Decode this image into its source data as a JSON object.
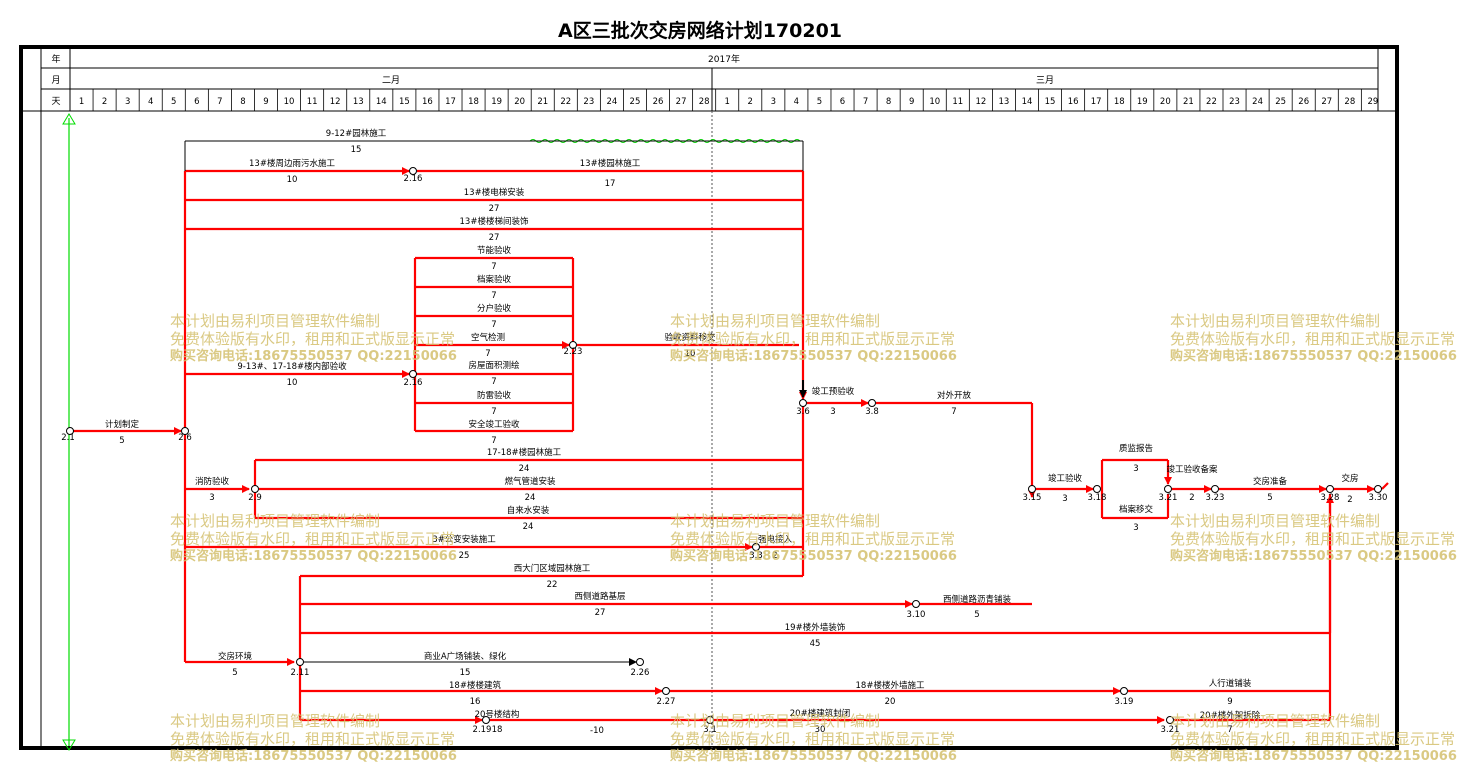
{
  "title": "A区三批次交房网络计划170201",
  "header": {
    "year_label": "年",
    "month_label": "月",
    "day_label": "天",
    "year": "2017年",
    "months": [
      "二月",
      "三月"
    ],
    "feb_days": [
      "1",
      "2",
      "3",
      "4",
      "5",
      "6",
      "7",
      "8",
      "9",
      "10",
      "11",
      "12",
      "13",
      "14",
      "15",
      "16",
      "17",
      "18",
      "19",
      "20",
      "21",
      "22",
      "23",
      "24",
      "25",
      "26",
      "27",
      "28"
    ],
    "mar_days": [
      "1",
      "2",
      "3",
      "4",
      "5",
      "6",
      "7",
      "8",
      "9",
      "10",
      "11",
      "12",
      "13",
      "14",
      "15",
      "16",
      "17",
      "18",
      "19",
      "20",
      "21",
      "22",
      "23",
      "24",
      "25",
      "26",
      "27",
      "28",
      "29"
    ]
  },
  "watermark": {
    "line1": "本计划由易利项目管理软件编制",
    "line2": "免费体验版有水印，租用和正式版显示正常",
    "line3": "购买咨询电话:18675550537 QQ:22150066"
  },
  "tasks": [
    {
      "name": "计划制定",
      "duration": "5"
    },
    {
      "name": "9-12#园林施工",
      "duration": "15"
    },
    {
      "name": "13#楼周边雨污水施工",
      "duration": "10"
    },
    {
      "name": "13#楼园林施工",
      "duration": "17"
    },
    {
      "name": "13#楼电梯安装",
      "duration": "27"
    },
    {
      "name": "13#楼楼梯间装饰",
      "duration": "27"
    },
    {
      "name": "节能验收",
      "duration": "7"
    },
    {
      "name": "档案验收",
      "duration": "7"
    },
    {
      "name": "分户验收",
      "duration": "7"
    },
    {
      "name": "空气检测",
      "duration": "7"
    },
    {
      "name": "房屋面积测绘",
      "duration": "7"
    },
    {
      "name": "防雷验收",
      "duration": "7"
    },
    {
      "name": "安全竣工验收",
      "duration": "7"
    },
    {
      "name": "9-13#、17-18#楼内部验收",
      "duration": "10"
    },
    {
      "name": "验收资料移交",
      "duration": "10"
    },
    {
      "name": "竣工预验收",
      "duration": "3"
    },
    {
      "name": "对外开放",
      "duration": "7"
    },
    {
      "name": "17-18#楼园林施工",
      "duration": "24"
    },
    {
      "name": "消防验收",
      "duration": "3"
    },
    {
      "name": "燃气管道安装",
      "duration": "24"
    },
    {
      "name": "自来水安装",
      "duration": "24"
    },
    {
      "name": "3#公变安装施工",
      "duration": "25"
    },
    {
      "name": "强电接入",
      "duration": "2"
    },
    {
      "name": "西大门区域园林施工",
      "duration": "22"
    },
    {
      "name": "西侧道路基层",
      "duration": "27"
    },
    {
      "name": "西侧道路沥青铺装",
      "duration": "5"
    },
    {
      "name": "19#楼外墙装饰",
      "duration": "45"
    },
    {
      "name": "交房环境",
      "duration": "5"
    },
    {
      "name": "商业A广场铺装、绿化",
      "duration": "15"
    },
    {
      "name": "18#楼楼建筑",
      "duration": "16"
    },
    {
      "name": "18#楼楼外墙施工",
      "duration": "20"
    },
    {
      "name": "人行道铺装",
      "duration": "9"
    },
    {
      "name": "20号楼结构",
      "duration": "18"
    },
    {
      "name": "20#楼建筑封闭",
      "duration": "30"
    },
    {
      "name": "20#楼外架拆除",
      "duration": "7"
    },
    {
      "name": "竣工验收",
      "duration": "3"
    },
    {
      "name": "质监报告",
      "duration": "3"
    },
    {
      "name": "档案移交",
      "duration": "3"
    },
    {
      "name": "竣工验收备案",
      "duration": "2"
    },
    {
      "name": "交房准备",
      "duration": "5"
    },
    {
      "name": "交房",
      "duration": "2"
    }
  ],
  "extra_labels": {
    "neg_duration": "-10"
  },
  "node_dates": [
    "2.1",
    "2.6",
    "2.16",
    "2.16",
    "2.23",
    "2.9",
    "2.11",
    "2.19",
    "2.26",
    "2.27",
    "3.1",
    "3.3",
    "3.6",
    "3.8",
    "3.10",
    "3.15",
    "3.18",
    "3.19",
    "3.21",
    "3.21",
    "3.23",
    "3.28",
    "3.30"
  ],
  "colors": {
    "activity": "#ff0000",
    "dummy": "#000000",
    "timeline": "#00dd00",
    "watermark": "#d4c06e",
    "today_line": "#555555"
  }
}
